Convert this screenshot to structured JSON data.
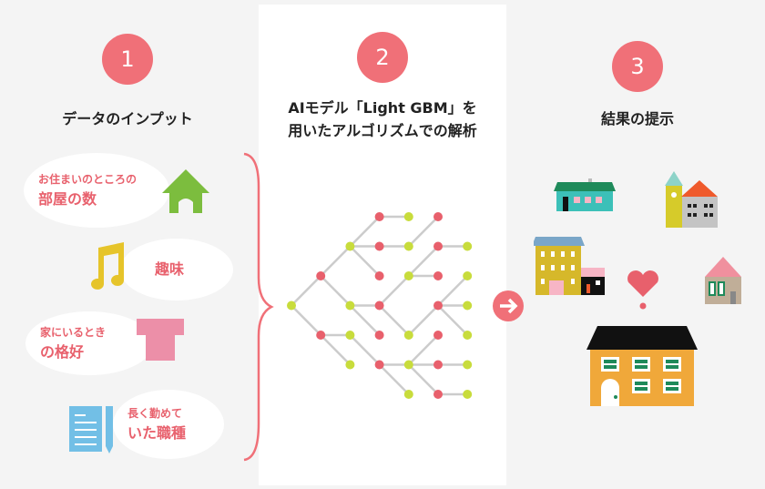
{
  "steps": [
    {
      "number": "1",
      "title": "データのインプット"
    },
    {
      "number": "2",
      "title_line1": "AIモデル「Light GBM」を",
      "title_line2": "用いたアルゴリズムでの解析"
    },
    {
      "number": "3",
      "title": "結果の提示"
    }
  ],
  "inputs": [
    {
      "line1": "お住まいのところの",
      "line2": "部屋の数",
      "icon": "house-icon"
    },
    {
      "line1": "趣味",
      "icon": "music-note-icon"
    },
    {
      "line1": "家にいるとき",
      "line2": "の格好",
      "icon": "tshirt-icon"
    },
    {
      "line1": "長く勤めて",
      "line2": "いた職種",
      "icon": "document-icon"
    }
  ],
  "colors": {
    "accent": "#f07078",
    "text_pink": "#e8616d",
    "node_red": "#e8606c",
    "node_green": "#c8dc3c",
    "edge": "#cccccc"
  }
}
